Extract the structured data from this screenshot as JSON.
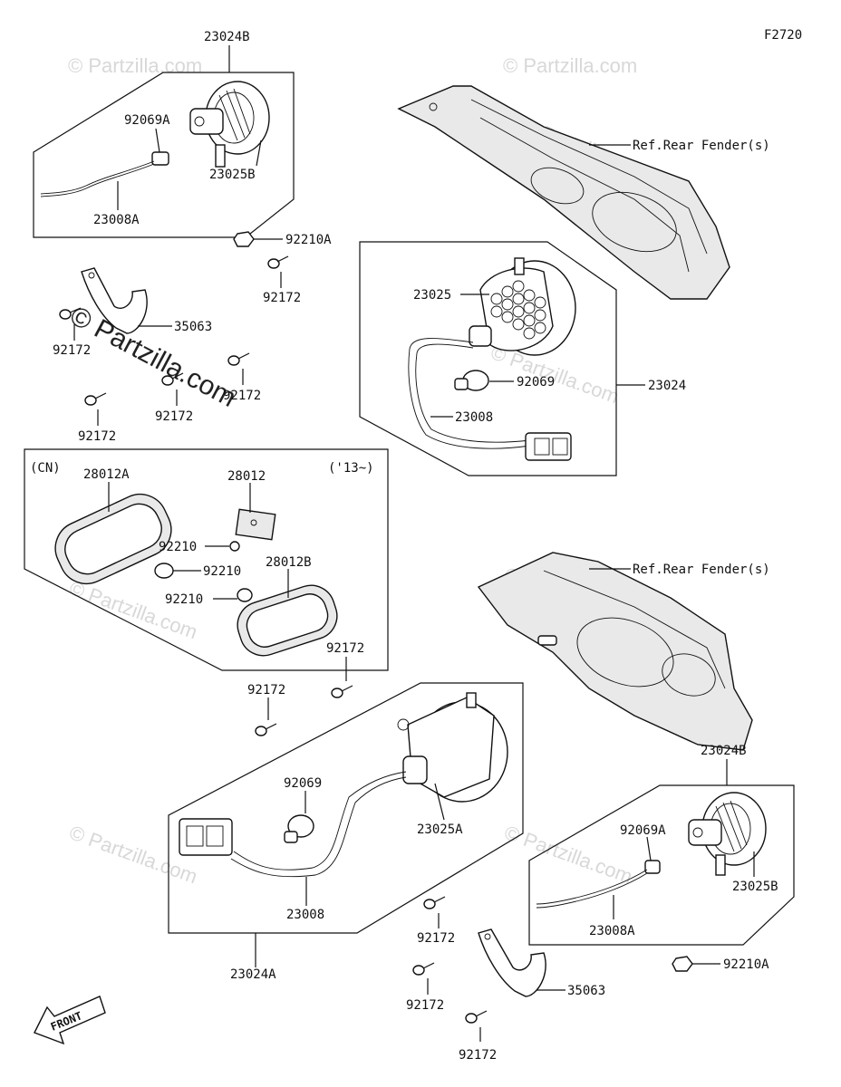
{
  "figure_code": "F2720",
  "watermark": {
    "main": "© Partzilla.com",
    "faint": "© Partzilla.com"
  },
  "top_group": {
    "assembly_top": "23024B",
    "socket": "92069A",
    "housing": "23025B",
    "wire": "23008A",
    "nut": "92210A",
    "screw": "92172",
    "bracket": "35063",
    "screw_a": "92172",
    "screw_b": "92172",
    "screw_c": "92172",
    "screw_d": "92172"
  },
  "right_top_group": {
    "fender_ref": "Ref.Rear Fender(s)",
    "housing": "23025",
    "assembly": "23024",
    "bulb": "92069",
    "wire": "23008"
  },
  "reflector_group": {
    "market": "(CN)",
    "year": "('13~)",
    "reflector_a": "28012A",
    "reflector": "28012",
    "reflector_b": "28012B",
    "nut_1": "92210",
    "nut_2": "92210",
    "nut_3": "92210"
  },
  "lower_group": {
    "fender_ref": "Ref.Rear Fender(s)",
    "screw_1": "92172",
    "screw_2": "92172",
    "bulb": "92069",
    "housing": "23025A",
    "wire": "23008",
    "assembly": "23024A"
  },
  "lower_right_group": {
    "assembly_top": "23024B",
    "socket": "92069A",
    "housing": "23025B",
    "wire": "23008A",
    "nut": "92210A",
    "bracket": "35063",
    "screw_1": "92172",
    "screw_2": "92172",
    "screw_3": "92172"
  },
  "front_arrow": "FRONT"
}
